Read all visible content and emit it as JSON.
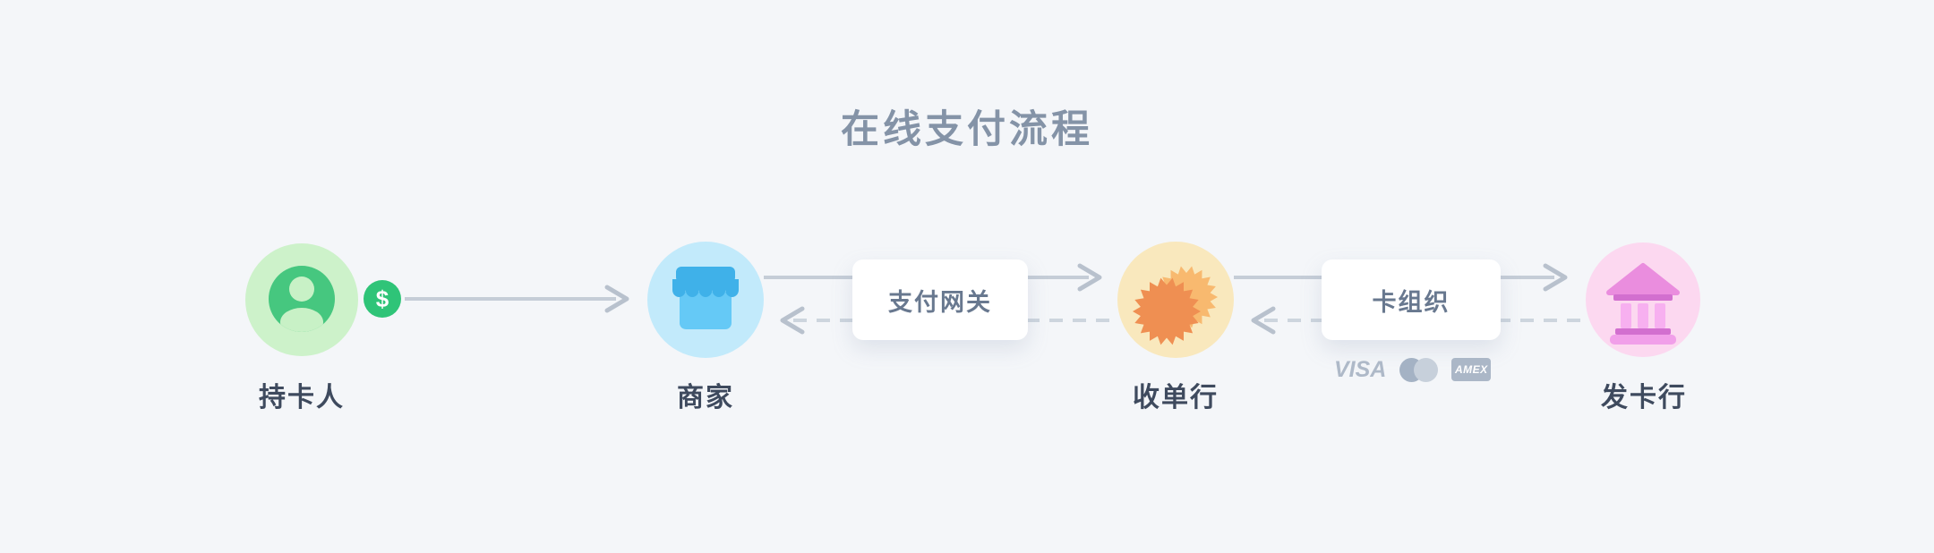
{
  "title": "在线支付流程",
  "nodes": [
    {
      "id": "cardholder",
      "label": "持卡人",
      "icon": "user-icon",
      "circle_color": "#cdf2ca",
      "icon_color": "#46c77f"
    },
    {
      "id": "merchant",
      "label": "商家",
      "icon": "store-icon",
      "circle_color": "#c2eafb",
      "icon_color": "#3fb1e9"
    },
    {
      "id": "acquirer",
      "label": "收单行",
      "icon": "gears-icon",
      "circle_color": "#f9e8bd",
      "icon_color": "#ef8f52"
    },
    {
      "id": "issuer",
      "label": "发卡行",
      "icon": "bank-icon",
      "circle_color": "#fcd8f0",
      "icon_color": "#ea8dde"
    }
  ],
  "badges": {
    "money": "$",
    "money_color": "#2fc478"
  },
  "relay_boxes": [
    {
      "id": "gateway",
      "label": "支付网关"
    },
    {
      "id": "card-network",
      "label": "卡组织"
    }
  ],
  "card_logos": {
    "visa": "VISA",
    "mastercard": "mastercard-circles-icon",
    "amex": "AMEX"
  },
  "edges": [
    {
      "from": "持卡人",
      "to": "商家",
      "style": "solid",
      "direction": "forward"
    },
    {
      "from": "商家",
      "to": "收单行",
      "via": "支付网关",
      "style": "solid",
      "direction": "forward"
    },
    {
      "from": "收单行",
      "to": "商家",
      "via": "支付网关",
      "style": "dashed",
      "direction": "return"
    },
    {
      "from": "收单行",
      "to": "发卡行",
      "via": "卡组织",
      "style": "solid",
      "direction": "forward"
    },
    {
      "from": "发卡行",
      "to": "收单行",
      "via": "卡组织",
      "style": "dashed",
      "direction": "return"
    }
  ],
  "colors": {
    "background": "#f4f6f9",
    "title_text": "#8493a7",
    "node_label_text": "#3e4a5e",
    "box_text": "#68788f",
    "line_solid": "#c5cdd7",
    "line_dashed": "#cdd5de",
    "arrowhead": "#b8c1cd",
    "logo_gray": "#aeb9c8"
  }
}
